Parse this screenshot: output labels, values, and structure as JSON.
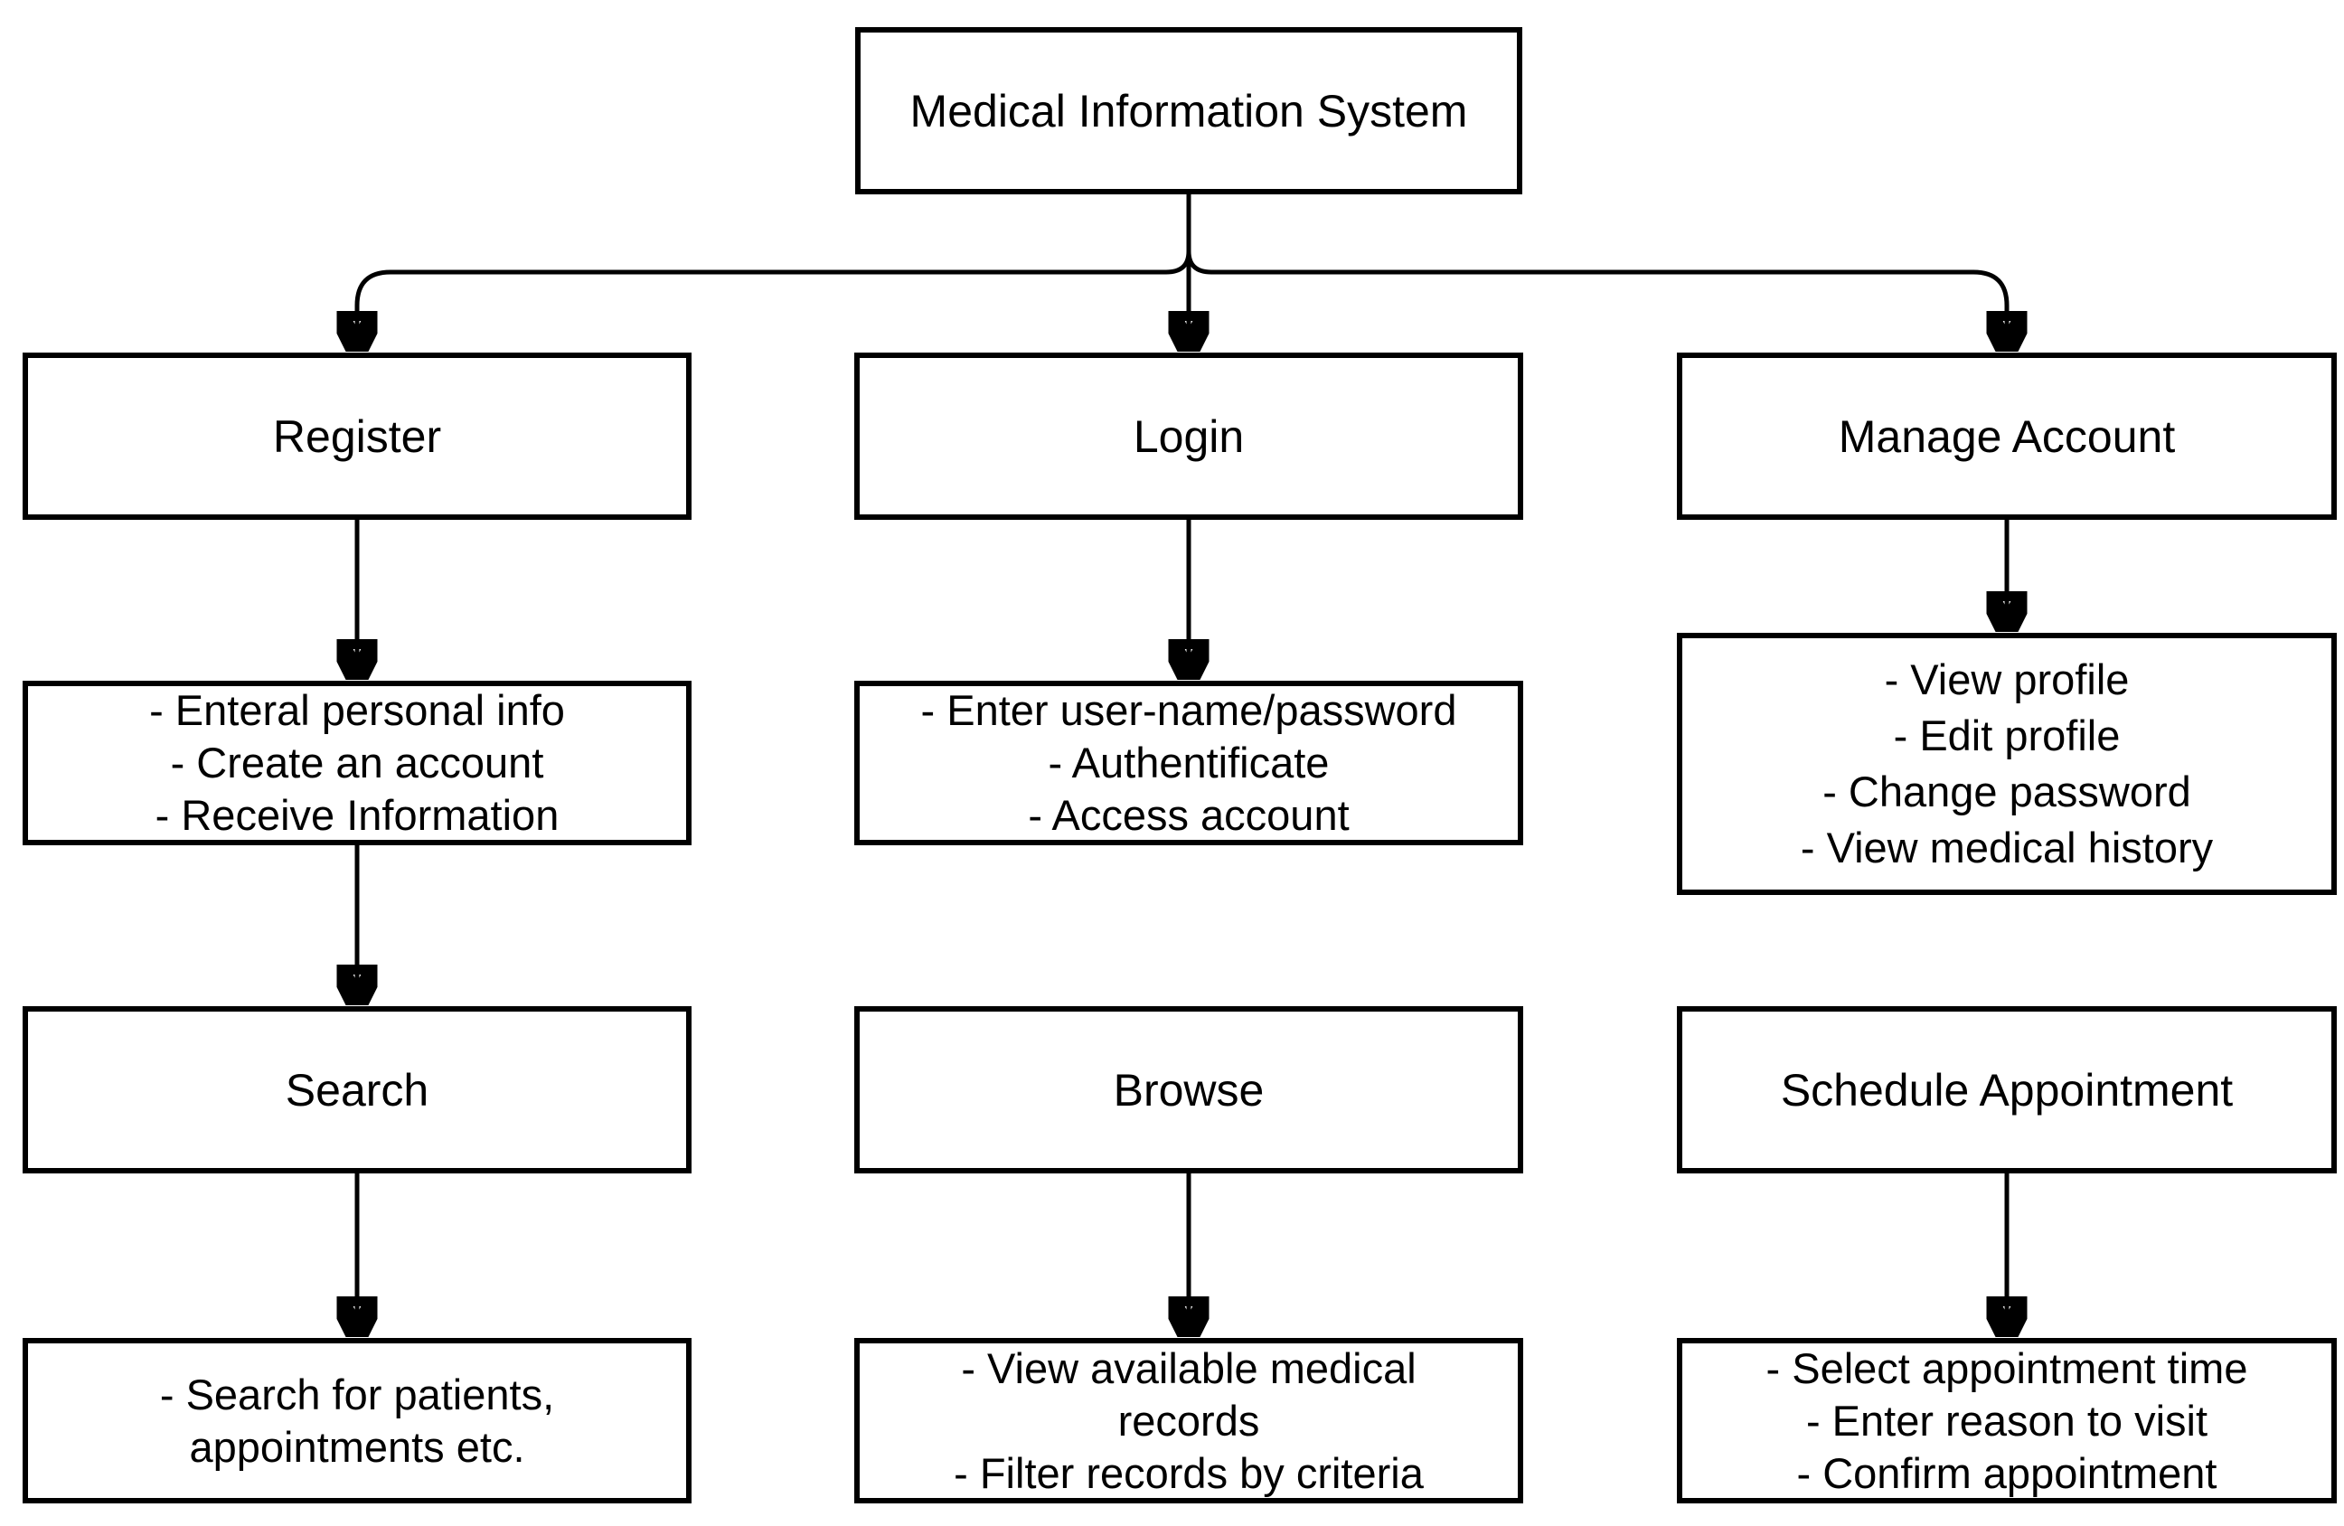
{
  "diagram": {
    "title": "Medical Information System",
    "columns": [
      {
        "node": "Register",
        "details": [
          "- Enteral personal info",
          "- Create an account",
          "- Receive Information"
        ],
        "subnode": "Search",
        "subdetails": [
          "- Search for patients,",
          "appointments etc."
        ]
      },
      {
        "node": "Login",
        "details": [
          "- Enter user-name/password",
          "- Authentificate",
          "- Access account"
        ],
        "subnode": "Browse",
        "subdetails": [
          "- View available medical",
          "records",
          "- Filter records by criteria"
        ]
      },
      {
        "node": "Manage Account",
        "details": [
          "- View profile",
          "- Edit profile",
          "- Change password",
          "- View medical history"
        ],
        "subnode": "Schedule Appointment",
        "subdetails": [
          "- Select appointment time",
          "- Enter reason to visit",
          "- Confirm appointment"
        ]
      }
    ],
    "line_color": "#000000",
    "background_color": "#ffffff"
  }
}
